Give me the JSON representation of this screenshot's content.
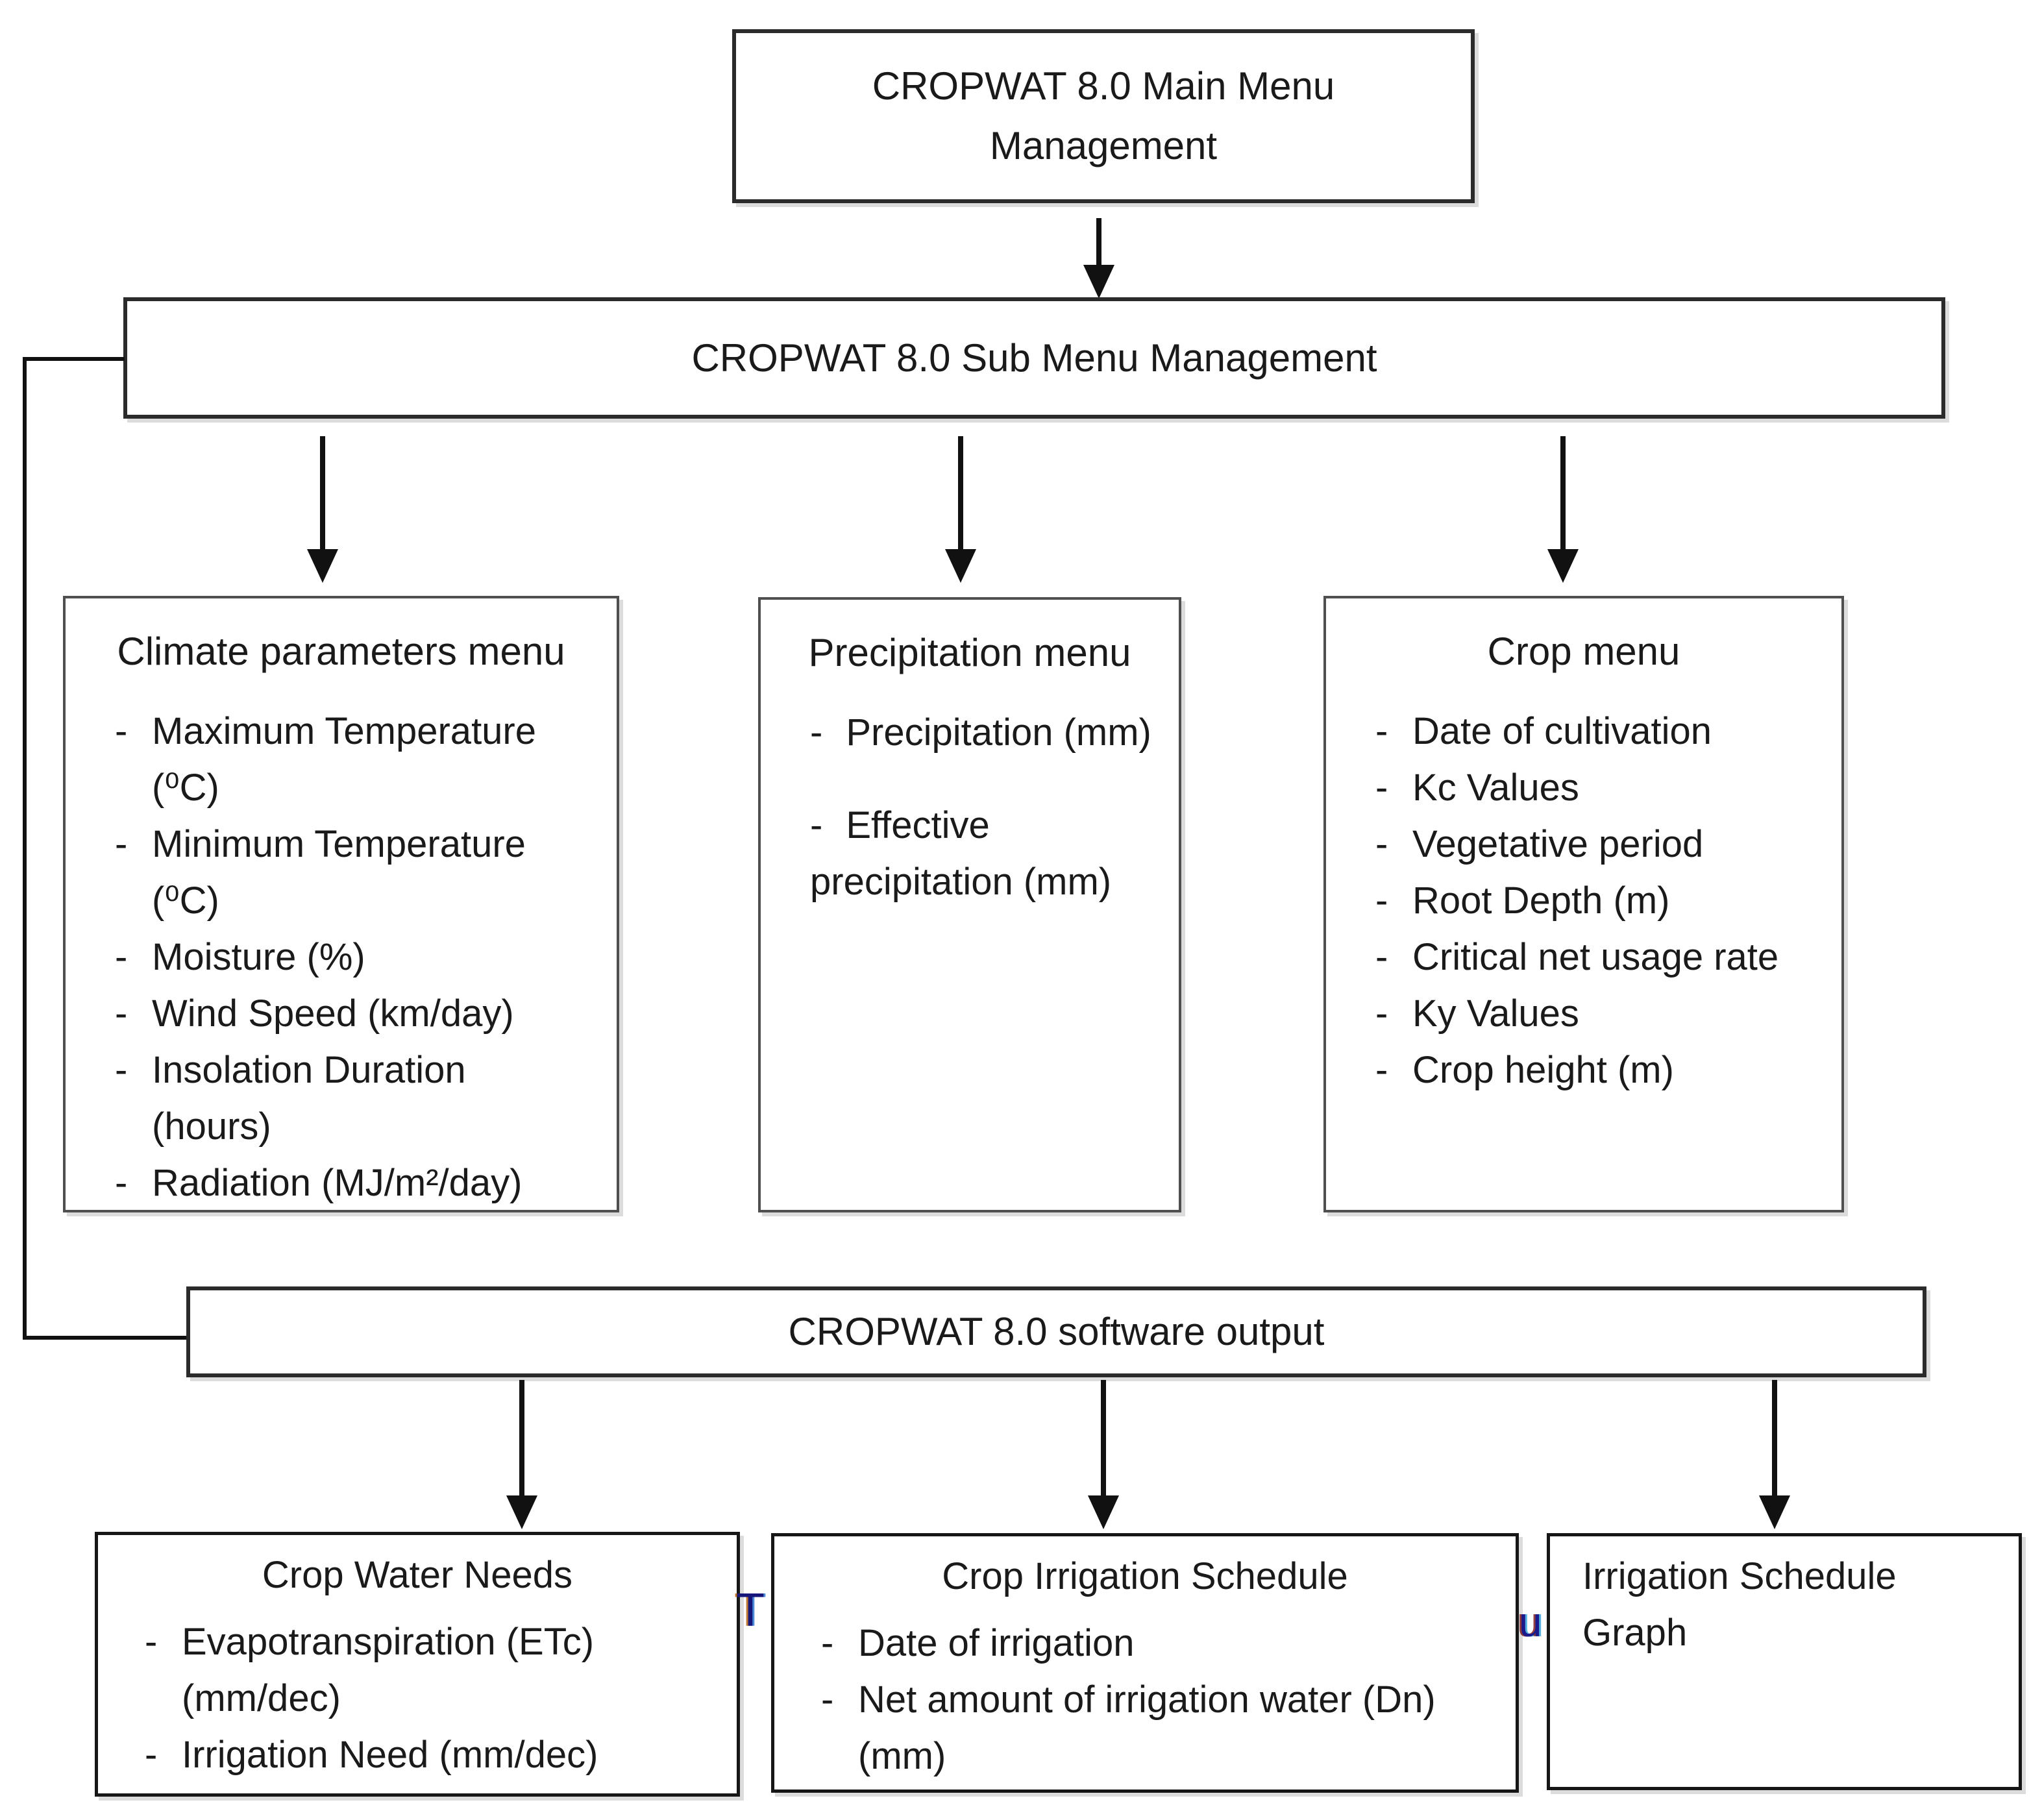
{
  "diagram": {
    "main_menu_title": "CROPWAT 8.0 Main Menu\nManagement",
    "sub_menu_title": "CROPWAT 8.0 Sub Menu Management",
    "software_output_title": "CROPWAT 8.0 software output"
  },
  "menus": [
    {
      "title": "Climate parameters menu",
      "items": [
        "Maximum Temperature\n(⁰C)",
        "Minimum Temperature\n(⁰C)",
        "Moisture (%)",
        "Wind Speed (km/day)",
        "Insolation Duration\n(hours)",
        "Radiation (MJ/m²/day)"
      ]
    },
    {
      "title": "Precipitation menu",
      "items": [
        "Precipitation (mm)",
        "Effective\nprecipitation (mm)"
      ]
    },
    {
      "title": "Crop menu",
      "items": [
        "Date of cultivation",
        "Kc Values",
        "Vegetative period",
        "Root Depth (m)",
        "Critical net usage rate",
        "Ky Values",
        "Crop height (m)"
      ]
    }
  ],
  "outputs": [
    {
      "title": "Crop Water Needs",
      "items": [
        "Evapotranspiration (ETc)\n(mm/dec)",
        "Irrigation Need (mm/dec)"
      ]
    },
    {
      "title": "Crop Irrigation Schedule",
      "items": [
        "Date of irrigation",
        "Net amount of irrigation water (Dn)\n(mm)"
      ]
    },
    {
      "title": "Irrigation Schedule\nGraph",
      "items": []
    }
  ],
  "stray_text": {
    "t": "T",
    "u": "u"
  },
  "colors": {
    "header_border": "#2b2b2b",
    "menu_border": "#4f4f4f",
    "output_border": "#161616",
    "text": "#1a1a1a",
    "line": "#111111",
    "stray_blue": "#15157a"
  }
}
